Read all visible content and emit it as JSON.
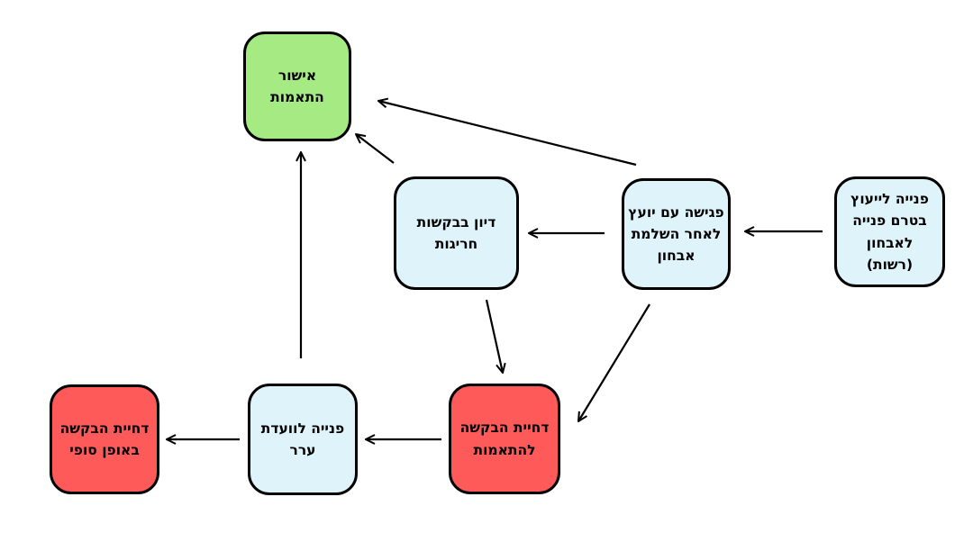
{
  "colors": {
    "approve": "#a5ea82",
    "process": "#dff3fa",
    "reject": "#ff5a5a",
    "border": "#000000",
    "edge": "#000000"
  },
  "nodes": {
    "approve": {
      "label": "אישור\nהתאמות",
      "color": "approve"
    },
    "exceptions": {
      "label": "דיון בבקשות\nחריגות",
      "color": "process"
    },
    "meeting": {
      "label": "פגישה עם יועץ\nלאחר השלמת\nאבחון",
      "color": "process"
    },
    "optional": {
      "label": "פנייה לייעוץ\nבטרם פנייה\nלאבחון\n(רשות)",
      "color": "process"
    },
    "reject": {
      "label": "דחיית הבקשה\nלהתאמות",
      "color": "reject"
    },
    "appeal": {
      "label": "פנייה לוועדת\nערר",
      "color": "process"
    },
    "final": {
      "label": "דחיית הבקשה\nבאופן סופי",
      "color": "reject"
    }
  },
  "edges": [
    {
      "from": "optional",
      "to": "meeting"
    },
    {
      "from": "meeting",
      "to": "exceptions"
    },
    {
      "from": "meeting",
      "to": "approve"
    },
    {
      "from": "meeting",
      "to": "reject"
    },
    {
      "from": "exceptions",
      "to": "approve"
    },
    {
      "from": "exceptions",
      "to": "reject"
    },
    {
      "from": "reject",
      "to": "appeal"
    },
    {
      "from": "appeal",
      "to": "final"
    },
    {
      "from": "appeal",
      "to": "approve"
    }
  ]
}
